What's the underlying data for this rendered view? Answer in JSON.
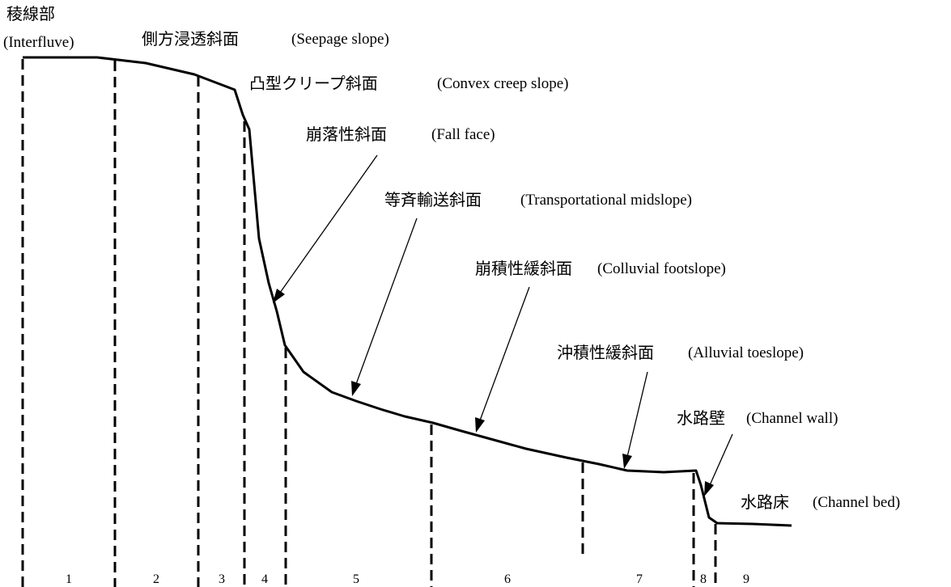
{
  "labels": {
    "interfluve": {
      "jp": "稜線部",
      "en": "(Interfluve)"
    },
    "seepage": {
      "jp": "側方浸透斜面",
      "en": "(Seepage slope)"
    },
    "convex": {
      "jp": "凸型クリープ斜面",
      "en": "(Convex creep slope)"
    },
    "fall": {
      "jp": "崩落性斜面",
      "en": "(Fall face)"
    },
    "transport": {
      "jp": "等斉輸送斜面",
      "en": "(Transportational midslope)"
    },
    "colluvial": {
      "jp": "崩積性緩斜面",
      "en": "(Colluvial footslope)"
    },
    "alluvial": {
      "jp": "沖積性緩斜面",
      "en": "(Alluvial toeslope)"
    },
    "channel_wall": {
      "jp": "水路壁",
      "en": "(Channel wall)"
    },
    "channel_bed": {
      "jp": "水路床",
      "en": "(Channel bed)"
    }
  },
  "segments": [
    "1",
    "2",
    "3",
    "4",
    "5",
    "6",
    "7",
    "8",
    "9"
  ]
}
